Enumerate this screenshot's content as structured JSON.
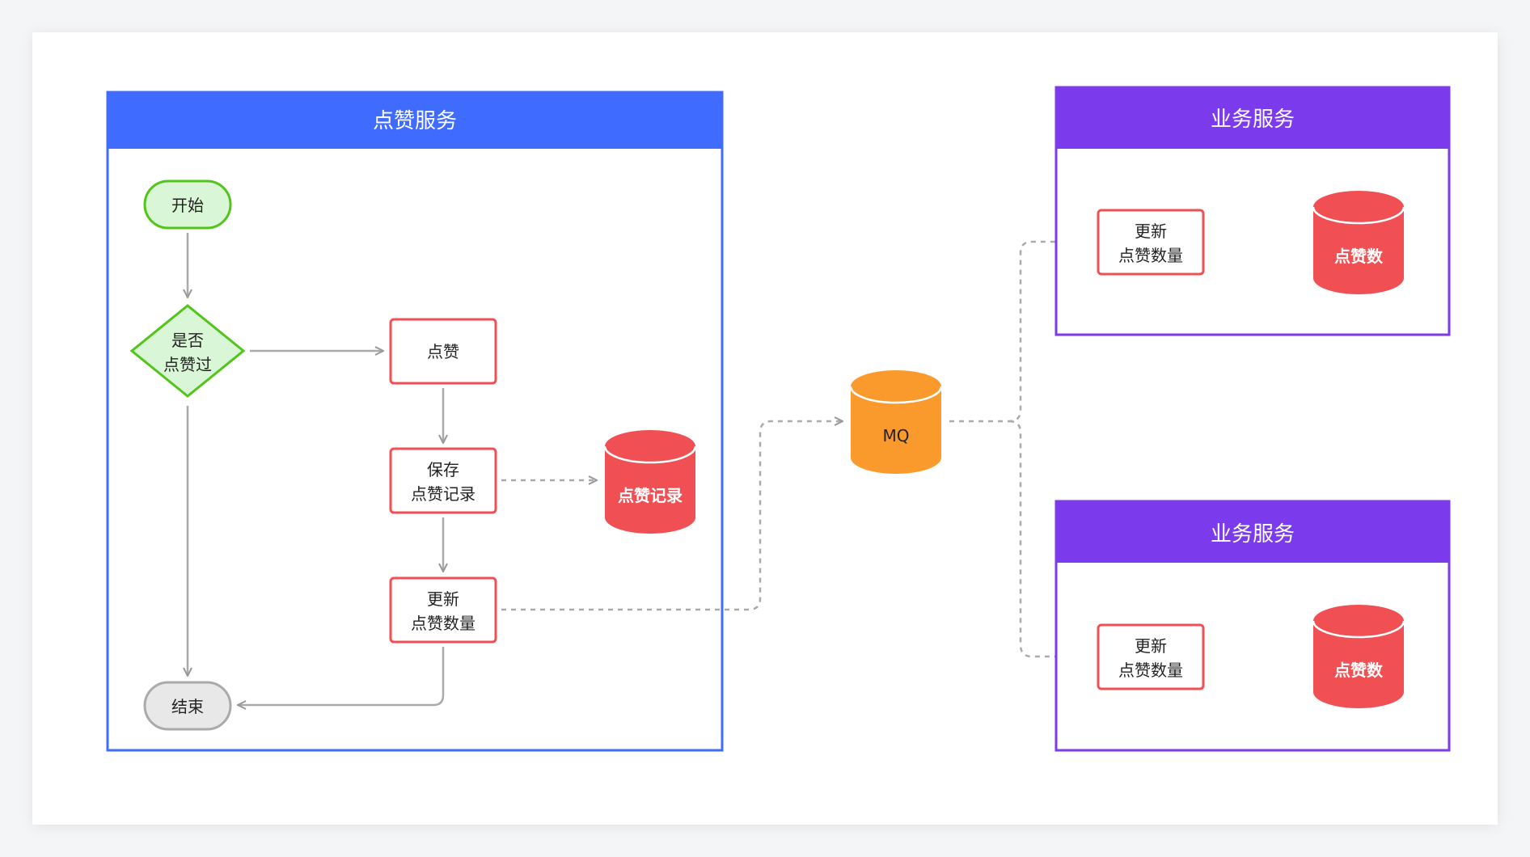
{
  "like_service": {
    "title": "点赞服务"
  },
  "flow": {
    "start": "开始",
    "decision": [
      "是否",
      "点赞过"
    ],
    "like": "点赞",
    "save": [
      "保存",
      "点赞记录"
    ],
    "update": [
      "更新",
      "点赞数量"
    ],
    "end": "结束"
  },
  "db_like_records": "点赞记录",
  "mq": "MQ",
  "business_services": [
    {
      "title": "业务服务",
      "update": [
        "更新",
        "点赞数量"
      ],
      "db": "点赞数"
    },
    {
      "title": "业务服务",
      "update": [
        "更新",
        "点赞数量"
      ],
      "db": "点赞数"
    }
  ],
  "colors": {
    "blue": "#3f6bfe",
    "purple": "#7c3aed",
    "red": "#f05054",
    "orange": "#fb9a2c",
    "green": "#52c41a",
    "green_fill": "#d9f7d6",
    "grey": "#e8e8e8"
  }
}
